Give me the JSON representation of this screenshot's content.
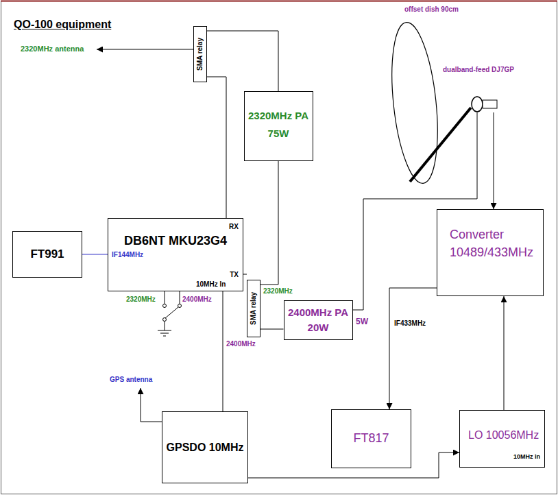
{
  "diagram": {
    "title": "QO-100 equipment",
    "nodes": [
      {
        "text": [
          "SMA relay"
        ]
      },
      {
        "text": [
          "2320MHz PA",
          "75W"
        ]
      },
      {
        "text": [
          "dualband-feed DJ7GP"
        ]
      },
      {
        "text": [
          "Converter",
          "10489/433MHz"
        ]
      },
      {
        "text": [
          "FT991"
        ]
      },
      {
        "text": [
          "DB6NT MKU23G4",
          "RX",
          "IF144MHz",
          "TX",
          "10MHz In"
        ]
      },
      {
        "text": [
          "SMA relay"
        ]
      },
      {
        "text": [
          "2400MHz PA",
          "20W"
        ]
      },
      {
        "text": [
          "FT817"
        ]
      },
      {
        "text": [
          "LO 10056MHz",
          "10MHz in"
        ]
      },
      {
        "text": [
          "GPSDO 10MHz"
        ]
      }
    ],
    "edges": [
      {
        "from": 0,
        "to": 1,
        "arrow": "none"
      },
      {
        "from": 5,
        "to": 0,
        "arrow": "none"
      },
      {
        "from": 1,
        "to": 6,
        "arrow": "none"
      },
      {
        "from": 5,
        "to": 6,
        "arrow": "none"
      },
      {
        "from": 6,
        "to": 7,
        "arrow": "none"
      },
      {
        "from": 7,
        "to": 2,
        "arrow": "none"
      },
      {
        "from": 2,
        "to": 3,
        "arrow": "to"
      },
      {
        "from": 3,
        "to": 8,
        "label": "IF433MHz",
        "arrow": "to"
      },
      {
        "from": 9,
        "to": 3,
        "arrow": "to"
      },
      {
        "from": 4,
        "to": 5,
        "arrow": "none"
      },
      {
        "from": 10,
        "to": 5,
        "arrow": "none"
      },
      {
        "from": 10,
        "to": 9,
        "arrow": "to"
      }
    ],
    "labels": [
      "2320MHz antenna",
      "offset dish 90cm",
      "2320MHz",
      "2400MHz",
      "5W",
      "2320MHz",
      "2400MHz",
      "GPS antenna"
    ]
  }
}
